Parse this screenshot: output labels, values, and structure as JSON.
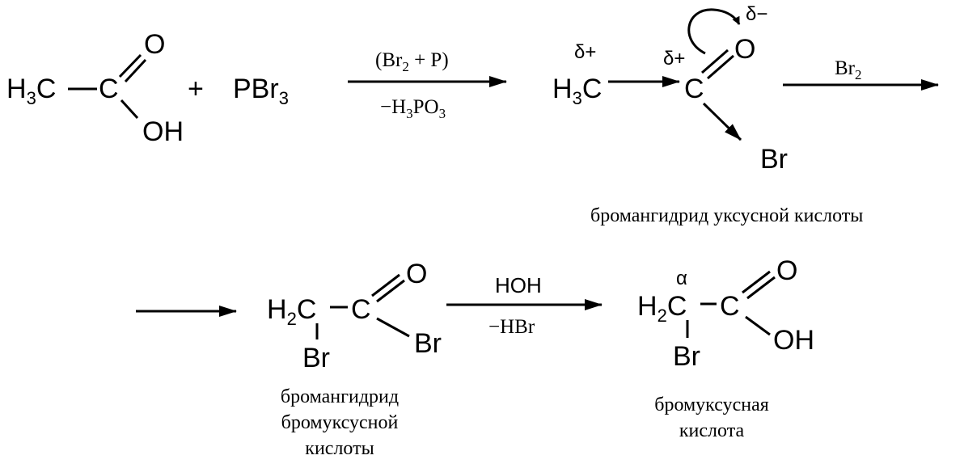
{
  "reactant": {
    "h3c": [
      "H",
      "3",
      "C"
    ],
    "c": "C",
    "o": "O",
    "oh": "OH",
    "plus": "+",
    "pbr3": [
      "PBr",
      "3"
    ]
  },
  "arrow1": {
    "above": [
      "(Br",
      "2",
      " + P)"
    ],
    "below": [
      "−H",
      "3",
      "PO",
      "3"
    ]
  },
  "intermediate1": {
    "delta_plus_1": "δ+",
    "delta_plus_2": "δ+",
    "delta_minus": "δ−",
    "h3c": [
      "H",
      "3",
      "C"
    ],
    "c": "C",
    "o": "O",
    "br": "Br",
    "caption": "бромангидрид уксусной кислоты"
  },
  "arrow2": {
    "above": [
      "Br",
      "2"
    ]
  },
  "intermediate2": {
    "h2c": [
      "H",
      "2",
      "C"
    ],
    "c": "C",
    "o": "O",
    "br_bottom": "Br",
    "br_right": "Br",
    "caption_lines": [
      "бромангидрид",
      "бромуксусной",
      "кислоты"
    ]
  },
  "arrow3": {
    "above": "HOH",
    "below": "−HBr"
  },
  "product": {
    "alpha": "α",
    "h2c": [
      "H",
      "2",
      "C"
    ],
    "c": "C",
    "o": "O",
    "oh": "OH",
    "br": "Br",
    "caption_lines": [
      "бромуксусная",
      "кислота"
    ]
  }
}
